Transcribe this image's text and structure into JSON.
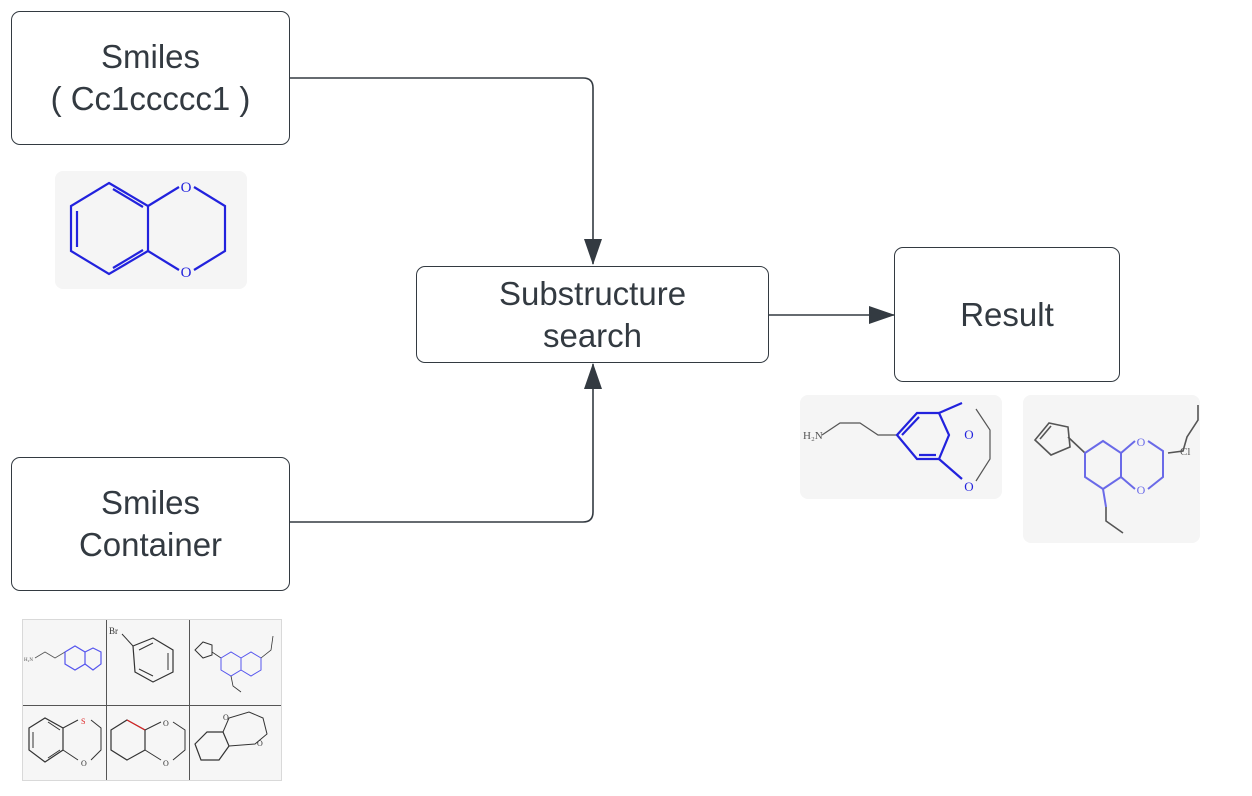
{
  "nodes": {
    "smiles": {
      "line1": "Smiles",
      "line2": "( Cc1ccccc1 )"
    },
    "container": {
      "line1": "Smiles",
      "line2": "Container"
    },
    "search": {
      "line1": "Substructure",
      "line2": "search"
    },
    "result": {
      "label": "Result"
    }
  },
  "atoms": {
    "oxygen": "O",
    "amine": "H₂N",
    "chlorine": "Cl",
    "bromine": "Br",
    "sulfur": "S"
  },
  "colors": {
    "stroke": "#333a41",
    "highlight": "#2222dd",
    "highlight_soft": "#6a6ae8",
    "molecule": "#555555",
    "red_atom": "#dd2222"
  }
}
